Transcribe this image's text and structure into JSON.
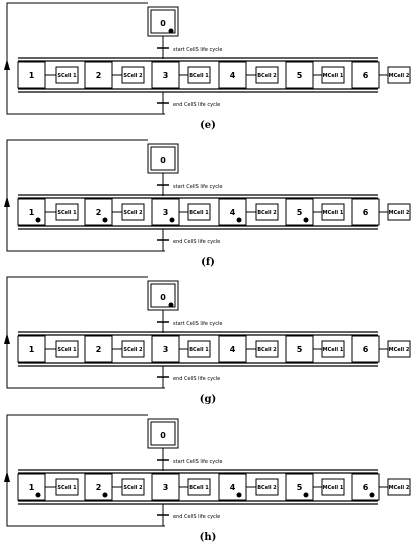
{
  "diagram": {
    "panels": [
      {
        "label": "(e)",
        "initial_step": {
          "label": "0",
          "token": true
        },
        "steps": [
          {
            "label": "1",
            "token": false
          },
          {
            "label": "2",
            "token": false
          },
          {
            "label": "3",
            "token": false
          },
          {
            "label": "4",
            "token": false
          },
          {
            "label": "5",
            "token": false
          },
          {
            "label": "6",
            "token": false
          }
        ],
        "cells": [
          "SCell 1",
          "SCell 2",
          "BCell 1",
          "BCell 2",
          "MCell 1",
          "MCell 2"
        ],
        "start_transition": "start CellS life cycle",
        "end_transition": "end CellS life cycle"
      },
      {
        "label": "(f)",
        "initial_step": {
          "label": "0",
          "token": false
        },
        "steps": [
          {
            "label": "1",
            "token": true
          },
          {
            "label": "2",
            "token": true
          },
          {
            "label": "3",
            "token": true
          },
          {
            "label": "4",
            "token": true
          },
          {
            "label": "5",
            "token": true
          },
          {
            "label": "6",
            "token": false
          }
        ],
        "cells": [
          "SCell 1",
          "SCell 2",
          "BCell 1",
          "BCell 2",
          "MCell 1",
          "MCell 2"
        ],
        "start_transition": "start CellS life cycle",
        "end_transition": "end CellS life cycle"
      },
      {
        "label": "(g)",
        "initial_step": {
          "label": "0",
          "token": true
        },
        "steps": [
          {
            "label": "1",
            "token": false
          },
          {
            "label": "2",
            "token": false
          },
          {
            "label": "3",
            "token": false
          },
          {
            "label": "4",
            "token": false
          },
          {
            "label": "5",
            "token": false
          },
          {
            "label": "6",
            "token": false
          }
        ],
        "cells": [
          "SCell 1",
          "SCell 2",
          "BCell 1",
          "BCell 2",
          "MCell 1",
          "MCell 2"
        ],
        "start_transition": "start CellS life cycle",
        "end_transition": "end CellS life cycle"
      },
      {
        "label": "(h)",
        "initial_step": {
          "label": "0",
          "token": false
        },
        "steps": [
          {
            "label": "1",
            "token": true
          },
          {
            "label": "2",
            "token": true
          },
          {
            "label": "3",
            "token": false
          },
          {
            "label": "4",
            "token": true
          },
          {
            "label": "5",
            "token": true
          },
          {
            "label": "6",
            "token": true
          }
        ],
        "cells": [
          "SCell 1",
          "SCell 2",
          "BCell 1",
          "BCell 2",
          "MCell 1",
          "MCell 2"
        ],
        "start_transition": "start CellS life cycle",
        "end_transition": "end CellS life cycle"
      }
    ]
  }
}
